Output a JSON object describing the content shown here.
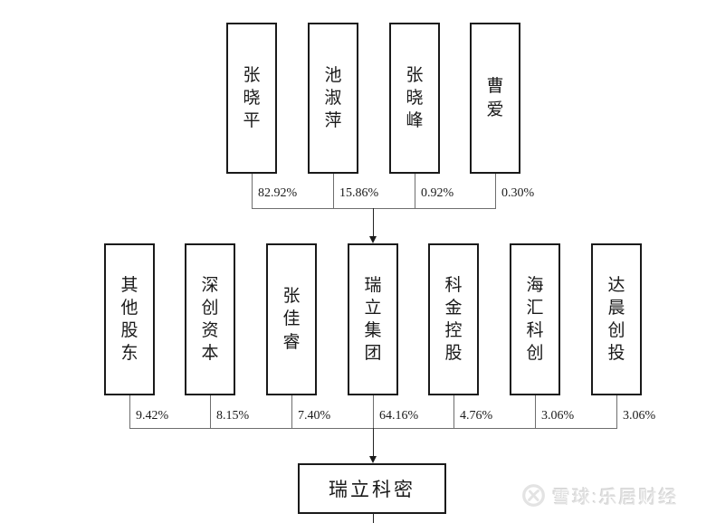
{
  "diagram": {
    "title_hint": "equity-ownership-structure",
    "level1": {
      "shareholders": [
        {
          "name": "张晓平",
          "pct": "82.92%"
        },
        {
          "name": "池淑萍",
          "pct": "15.86%"
        },
        {
          "name": "张晓峰",
          "pct": "0.92%"
        },
        {
          "name": "曹爱",
          "pct": "0.30%"
        }
      ],
      "target": "瑞立集团"
    },
    "level2": {
      "shareholders": [
        {
          "name": "其他股东",
          "pct": "9.42%"
        },
        {
          "name": "深创资本",
          "pct": "8.15%"
        },
        {
          "name": "张佳睿",
          "pct": "7.40%"
        },
        {
          "name": "瑞立集团",
          "pct": "64.16%"
        },
        {
          "name": "科金控股",
          "pct": "4.76%"
        },
        {
          "name": "海汇科创",
          "pct": "3.06%"
        },
        {
          "name": "达晨创投",
          "pct": "3.06%"
        }
      ],
      "target": "瑞立科密"
    },
    "company": "瑞立科密"
  },
  "watermark": {
    "text": "雪球:乐居财经",
    "icon": "xueqiu-logo",
    "color": "#e3e3e3"
  },
  "colors": {
    "background": "#ffffff",
    "box_border": "#1a1a1a",
    "connector_line": "#6e6e6e",
    "text": "#1a1a1a"
  }
}
